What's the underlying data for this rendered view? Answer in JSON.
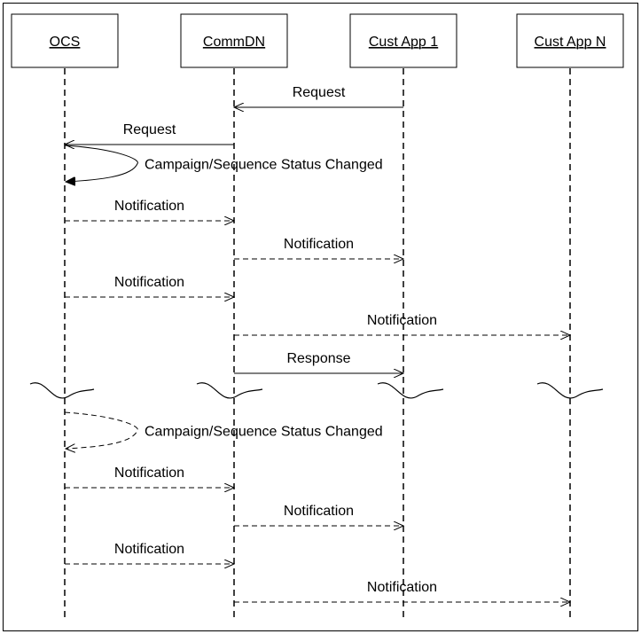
{
  "actors": [
    {
      "id": "ocs",
      "label": "OCS"
    },
    {
      "id": "commdn",
      "label": "CommDN"
    },
    {
      "id": "custapp1",
      "label": "Cust App 1"
    },
    {
      "id": "custappn",
      "label": "Cust App N"
    }
  ],
  "messages": [
    {
      "from": "custapp1",
      "to": "commdn",
      "label": "Request",
      "style": "solid"
    },
    {
      "from": "commdn",
      "to": "ocs",
      "label": "Request",
      "style": "solid"
    },
    {
      "from": "ocs",
      "to": "ocs",
      "label": "Campaign/Sequence Status Changed",
      "style": "solid-self"
    },
    {
      "from": "ocs",
      "to": "commdn",
      "label": "Notification",
      "style": "dashed"
    },
    {
      "from": "commdn",
      "to": "custapp1",
      "label": "Notification",
      "style": "dashed"
    },
    {
      "from": "ocs",
      "to": "commdn",
      "label": "Notification",
      "style": "dashed"
    },
    {
      "from": "commdn",
      "to": "custappn",
      "label": "Notification",
      "style": "dashed"
    },
    {
      "from": "commdn",
      "to": "custapp1",
      "label": "Response",
      "style": "solid"
    },
    {
      "from": "ocs",
      "to": "ocs",
      "label": "Campaign/Sequence Status Changed",
      "style": "dashed-self"
    },
    {
      "from": "ocs",
      "to": "commdn",
      "label": "Notification",
      "style": "dashed"
    },
    {
      "from": "commdn",
      "to": "custapp1",
      "label": "Notification",
      "style": "dashed"
    },
    {
      "from": "ocs",
      "to": "commdn",
      "label": "Notification",
      "style": "dashed"
    },
    {
      "from": "commdn",
      "to": "custappn",
      "label": "Notification",
      "style": "dashed"
    }
  ],
  "time_break": true
}
